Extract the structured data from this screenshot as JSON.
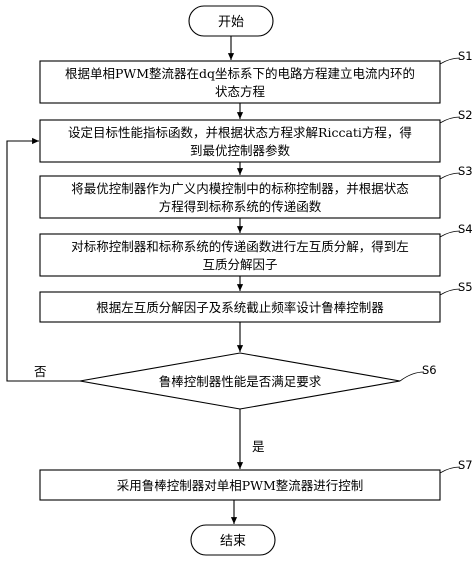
{
  "start": {
    "text": "开始"
  },
  "end": {
    "text": "结束"
  },
  "steps": [
    {
      "id": "S1",
      "lines": [
        "根据单相PWM整流器在dq坐标系下的电路方程建立电流内环的",
        "状态方程"
      ]
    },
    {
      "id": "S2",
      "lines": [
        "设定目标性能指标函数，并根据状态方程求解Riccati方程，得",
        "到最优控制器参数"
      ]
    },
    {
      "id": "S3",
      "lines": [
        "将最优控制器作为广义内模控制中的标称控制器，并根据状态",
        "方程得到标称系统的传递函数"
      ]
    },
    {
      "id": "S4",
      "lines": [
        "对标称控制器和标称系统的传递函数进行左互质分解，得到左",
        "互质分解因子"
      ]
    },
    {
      "id": "S5",
      "lines": [
        "根据左互质分解因子及系统截止频率设计鲁棒控制器"
      ]
    },
    {
      "id": "S7",
      "lines": [
        "采用鲁棒控制器对单相PWM整流器进行控制"
      ]
    }
  ],
  "decision": {
    "id": "S6",
    "text": "鲁棒控制器性能是否满足要求",
    "yes": "是",
    "no": "否"
  }
}
